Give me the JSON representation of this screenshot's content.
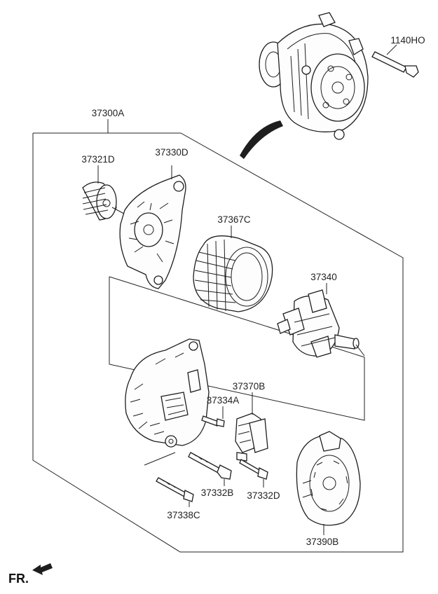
{
  "diagram": {
    "labels": {
      "assembly": "37300A",
      "bolt_top": "1140HO",
      "pulley": "37321D",
      "front_bracket": "37330D",
      "stator": "37367C",
      "rotor": "37340",
      "rectifier": "37370B",
      "screw": "37334A",
      "bolt_long": "37332B",
      "bolt_short": "37332D",
      "through_bolt": "37338C",
      "rear_cover": "37390B"
    },
    "orientation_marker": "FR."
  }
}
